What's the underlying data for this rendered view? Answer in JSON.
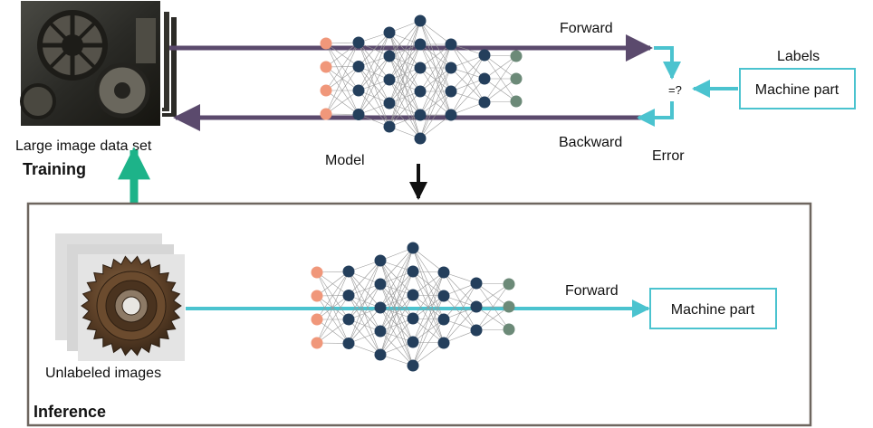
{
  "training": {
    "section_label": "Training",
    "dataset_label": "Large image data set",
    "model_label": "Model",
    "forward_label": "Forward",
    "backward_label": "Backward",
    "error_label": "Error",
    "compare_label": "=?",
    "labels_heading": "Labels",
    "label_box_text": "Machine part"
  },
  "inference": {
    "section_label": "Inference",
    "images_label": "Unlabeled images",
    "forward_label": "Forward",
    "output_box_text": "Machine part"
  },
  "colors": {
    "input_node": "#f0977a",
    "hidden_node": "#243f5c",
    "output_node": "#6c8a78",
    "teal": "#4bc3cf",
    "purple": "#5b4a6d",
    "green": "#1db389",
    "edge": "#9a9a9a",
    "frame": "#6e665f"
  }
}
